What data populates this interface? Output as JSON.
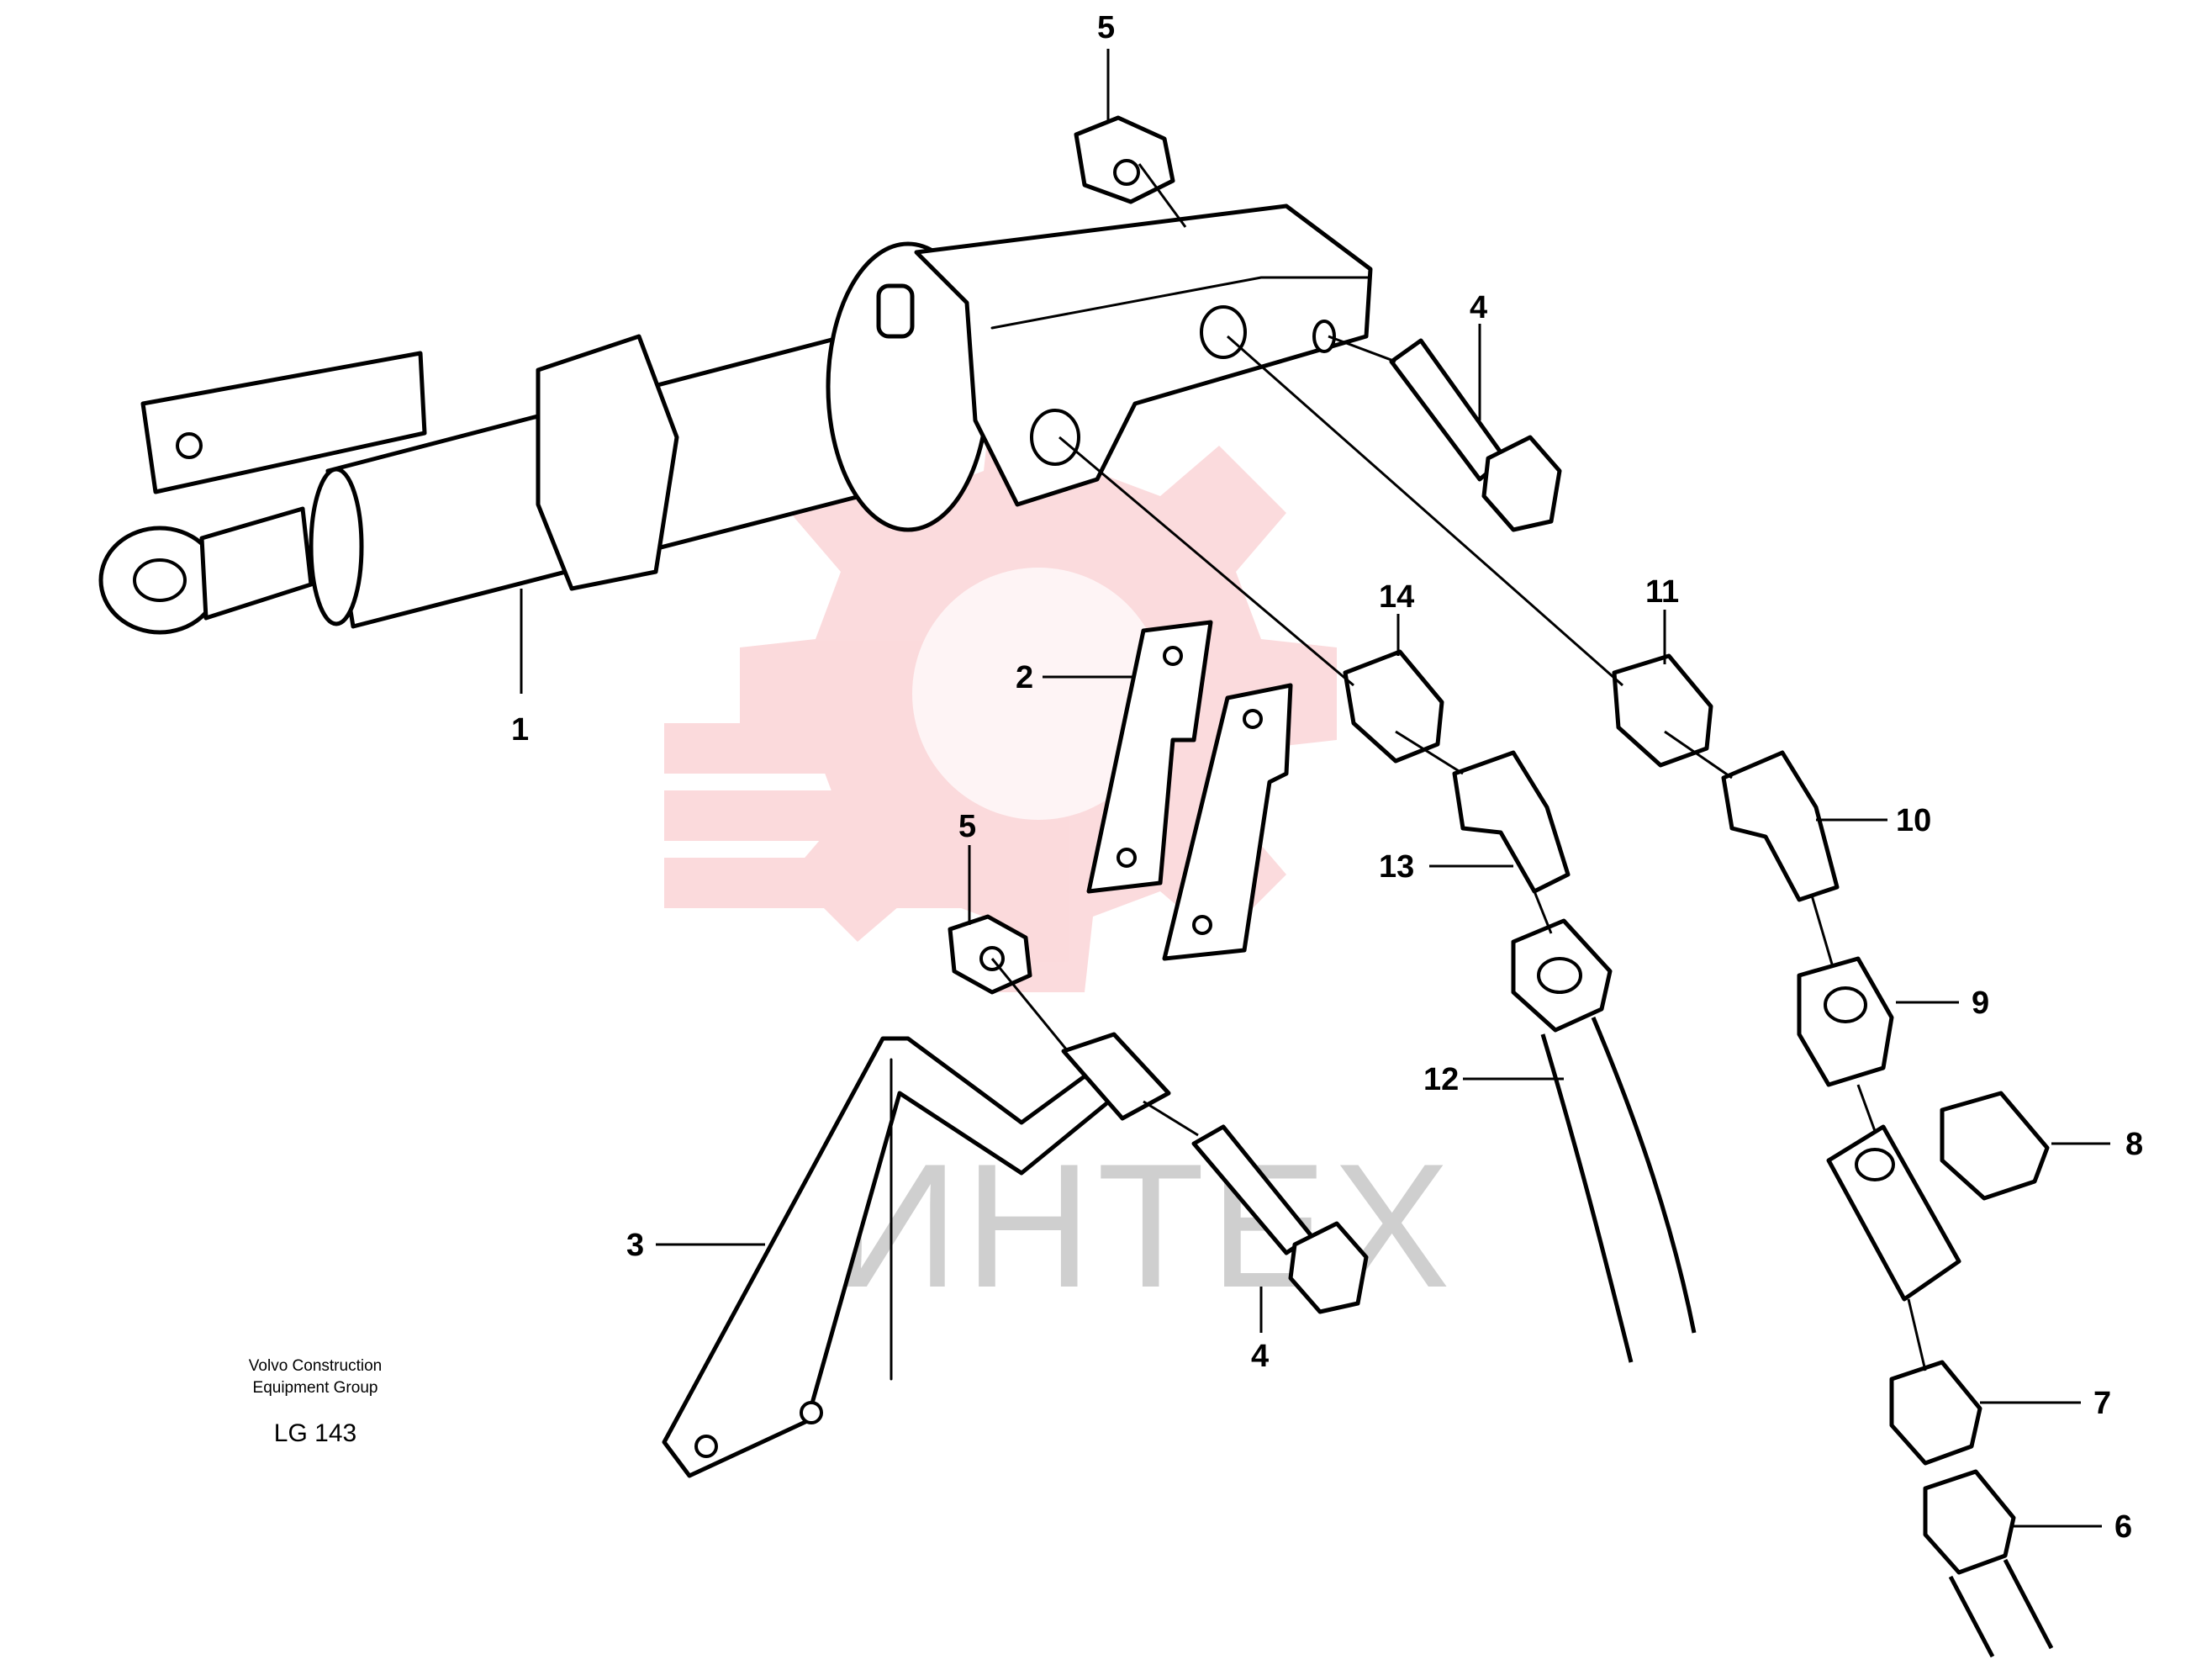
{
  "caption": {
    "org_line1": "Volvo Construction",
    "org_line2": "Equipment Group",
    "code": "LG 143"
  },
  "watermark": {
    "text": "ИНТЕХ",
    "color": "#e8202a"
  },
  "callouts": [
    {
      "id": "c5a",
      "label": "5"
    },
    {
      "id": "c4a",
      "label": "4"
    },
    {
      "id": "c1",
      "label": "1"
    },
    {
      "id": "c14",
      "label": "14"
    },
    {
      "id": "c11",
      "label": "11"
    },
    {
      "id": "c2",
      "label": "2"
    },
    {
      "id": "c10",
      "label": "10"
    },
    {
      "id": "c13",
      "label": "13"
    },
    {
      "id": "c5b",
      "label": "5"
    },
    {
      "id": "c9",
      "label": "9"
    },
    {
      "id": "c12",
      "label": "12"
    },
    {
      "id": "c8",
      "label": "8"
    },
    {
      "id": "c3",
      "label": "3"
    },
    {
      "id": "c4b",
      "label": "4"
    },
    {
      "id": "c7",
      "label": "7"
    },
    {
      "id": "c6",
      "label": "6"
    }
  ]
}
